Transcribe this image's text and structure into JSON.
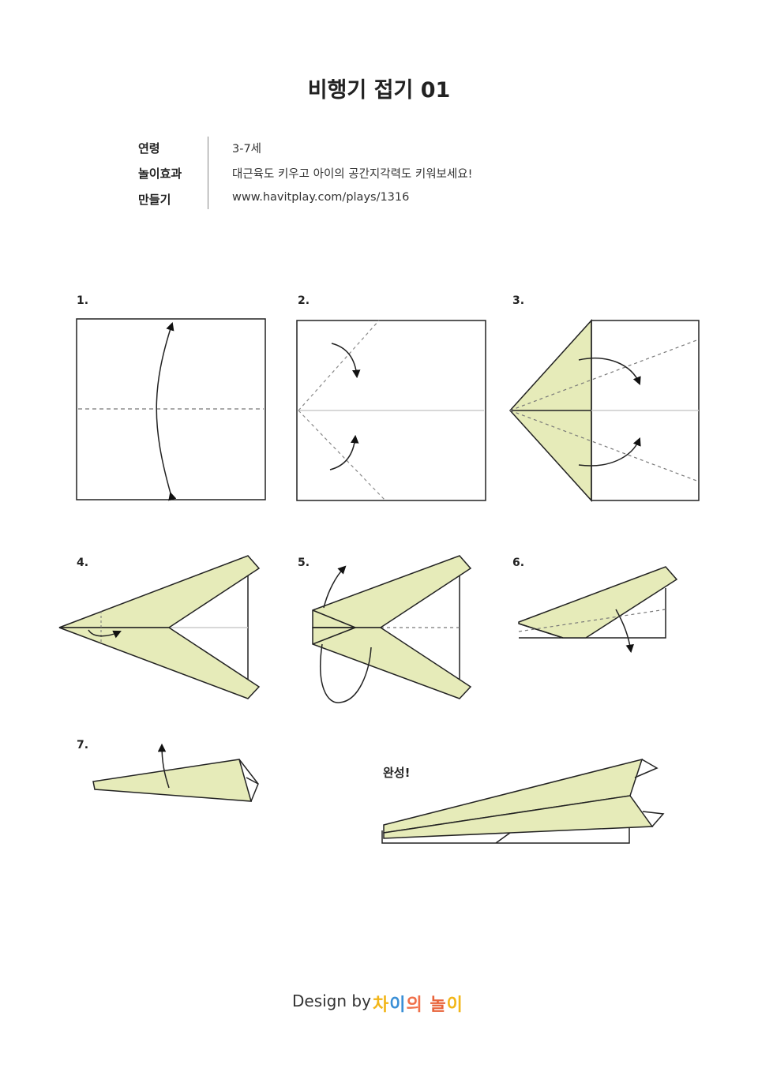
{
  "title": "비행기 접기 01",
  "info": [
    {
      "label": "연령",
      "value": "3-7세"
    },
    {
      "label": "놀이효과",
      "value": "대근육도 키우고 아이의 공간지각력도 키워보세요!"
    },
    {
      "label": "만들기",
      "value": "www.havitplay.com/plays/1316"
    }
  ],
  "steps": [
    "1.",
    "2.",
    "3.",
    "4.",
    "5.",
    "6.",
    "7."
  ],
  "done_label": "완성!",
  "footer": {
    "design_by": "Design by",
    "logo": "차이의 놀이"
  },
  "colors": {
    "paper": "#e6ebb9",
    "line": "#222222"
  }
}
